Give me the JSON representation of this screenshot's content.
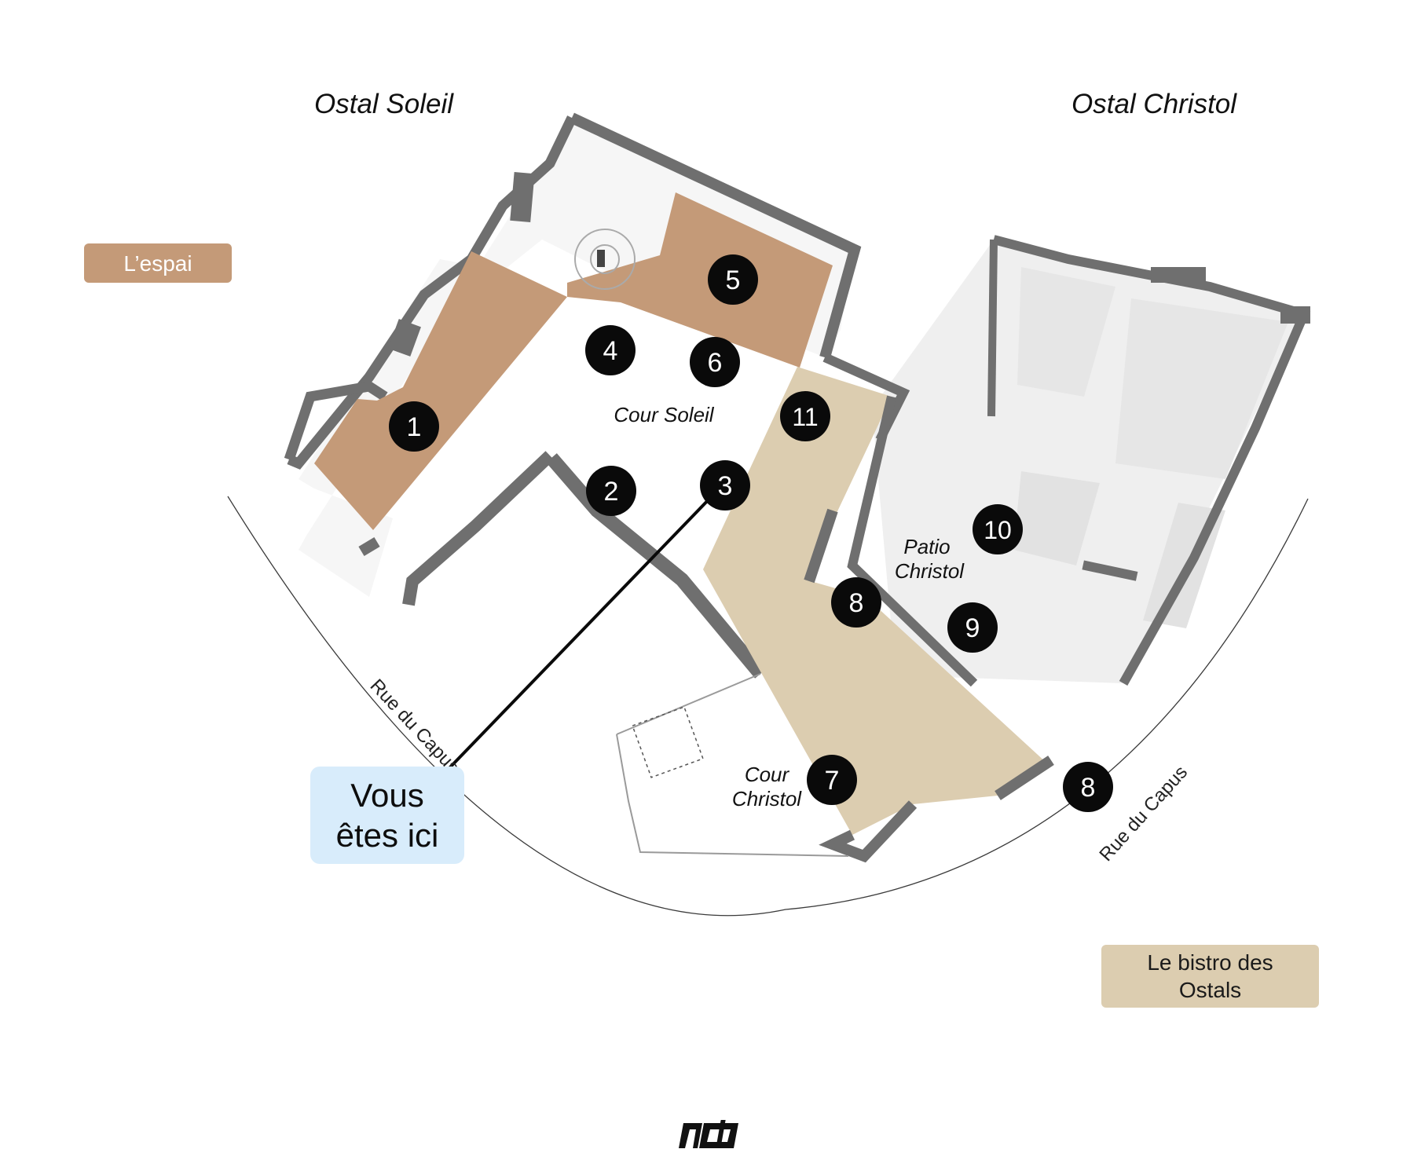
{
  "headers": {
    "left_building": "Ostal Soleil",
    "right_building": "Ostal Christol"
  },
  "legend": {
    "espai": {
      "label": "L’espai",
      "color": "#c49a78"
    },
    "bistro": {
      "label_line1": "Le bistro des",
      "label_line2": "Ostals",
      "color": "#dccdb0",
      "text_color": "#1a1a1a"
    }
  },
  "areas": {
    "cour_soleil": "Cour Soleil",
    "patio_christol_line1": "Patio",
    "patio_christol_line2": "Christol",
    "cour_christol_line1": "Cour",
    "cour_christol_line2": "Christol"
  },
  "streets": {
    "left": "Rue du Capus",
    "right": "Rue du Capus"
  },
  "you_are_here": {
    "line1": "Vous",
    "line2": "êtes ici",
    "background": "#d8ecfb",
    "target_marker": "3"
  },
  "markers": [
    "1",
    "2",
    "3",
    "4",
    "5",
    "6",
    "7",
    "8",
    "8",
    "9",
    "10",
    "11"
  ],
  "colors": {
    "wall": "#6f6f6f",
    "marker": "#0a0a0a",
    "faded_building": "#ececec"
  },
  "logo_icon": "ostals-logo-icon"
}
